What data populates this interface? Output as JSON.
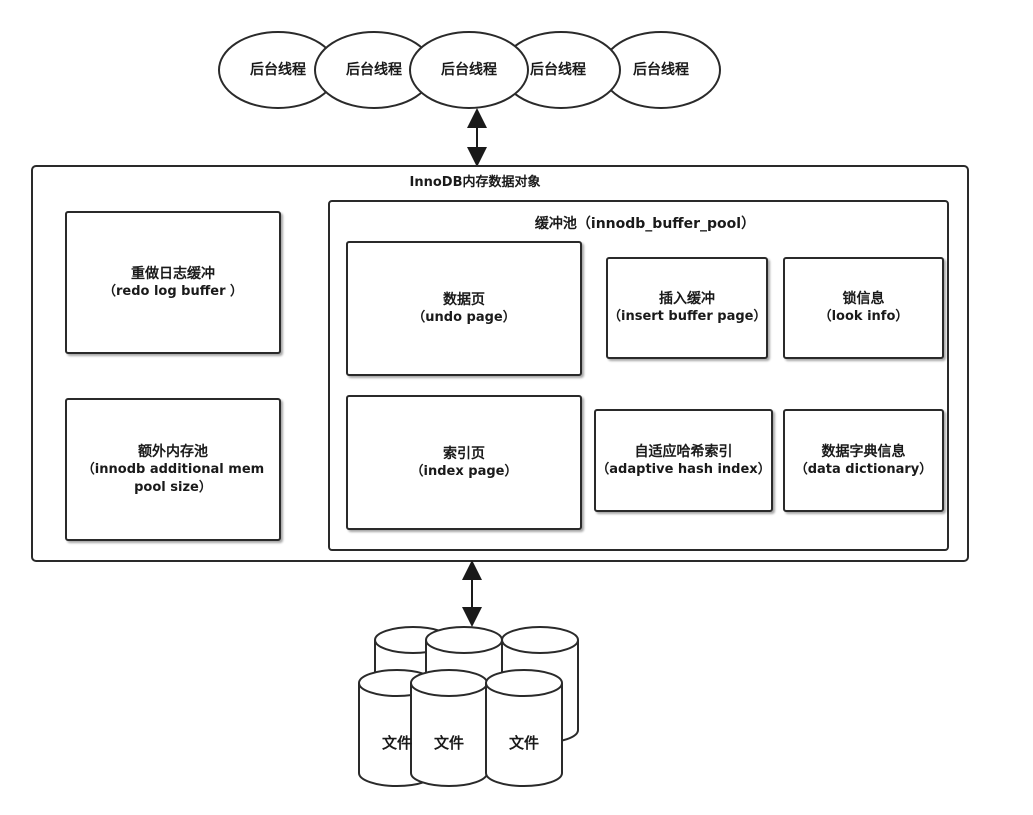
{
  "threads": [
    "后台线程",
    "后台线程",
    "后台线程",
    "后台线程",
    "后台线程"
  ],
  "memory": {
    "title": "InnoDB内存数据对象",
    "redo_log": {
      "name": "重做日志缓冲",
      "sub": "（redo log buffer ）"
    },
    "additional": {
      "name": "额外内存池",
      "sub": "（innodb additional mem pool size）"
    },
    "buffer_pool": {
      "title": "缓冲池（innodb_buffer_pool）",
      "data_page": {
        "name": "数据页",
        "sub": "（undo page）"
      },
      "index_page": {
        "name": "索引页",
        "sub": "（index page）"
      },
      "insert_buffer": {
        "name": "插入缓冲",
        "sub": "（insert buffer page）"
      },
      "lock_info": {
        "name": "锁信息",
        "sub": "（look info）"
      },
      "adaptive_hash": {
        "name": "自适应哈希索引",
        "sub": "（adaptive hash index）"
      },
      "data_dictionary": {
        "name": "数据字典信息",
        "sub": "（data dictionary）"
      }
    }
  },
  "files": [
    "文件",
    "文件",
    "文件"
  ]
}
